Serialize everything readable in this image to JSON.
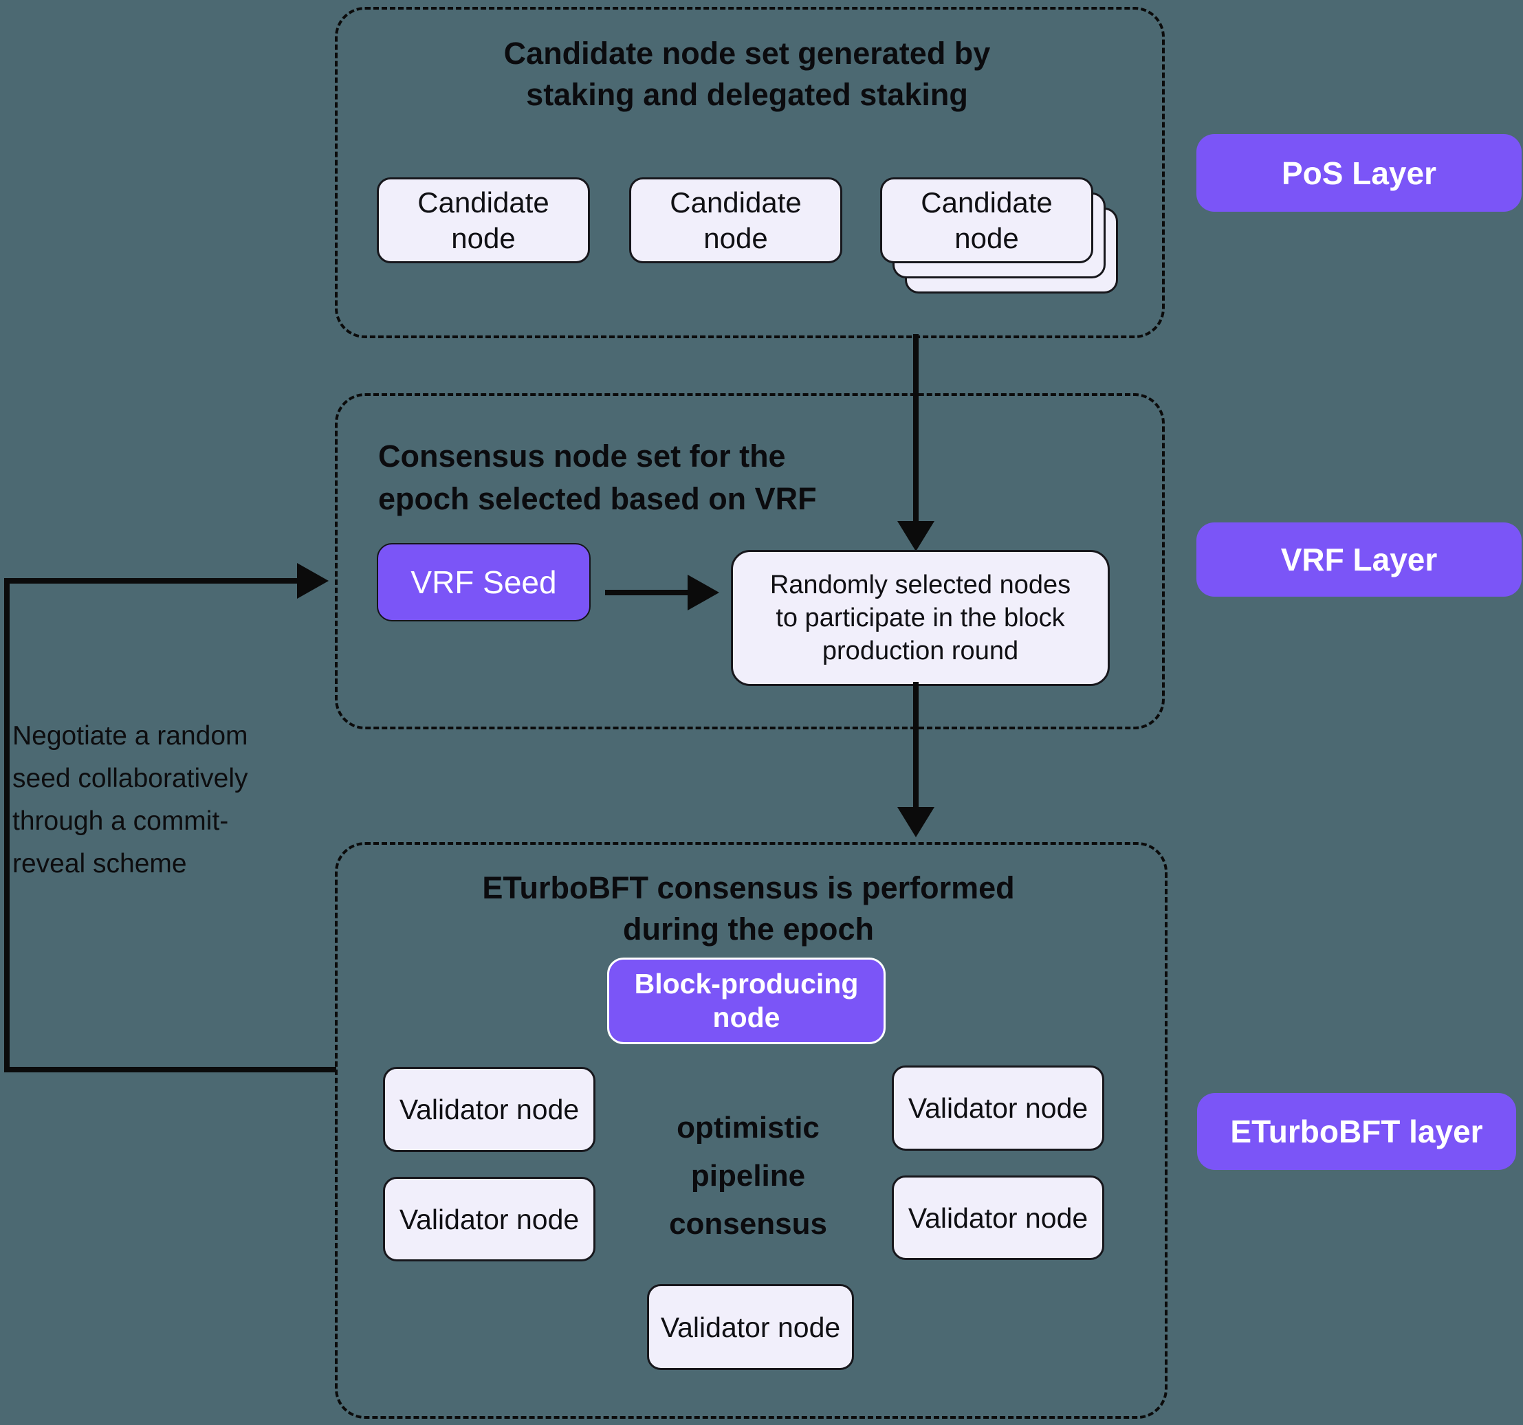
{
  "colors": {
    "background": "#4C6972",
    "purple": "#7B55F7",
    "node_fill": "#F1EFFB",
    "line": "#0B0B0B"
  },
  "pos_section": {
    "title_lines": [
      "Candidate node set generated by",
      "staking and delegated staking"
    ],
    "candidate_nodes": [
      {
        "line1": "Candidate",
        "line2": "node"
      },
      {
        "line1": "Candidate",
        "line2": "node"
      },
      {
        "line1": "Candidate",
        "line2": "node"
      }
    ]
  },
  "vrf_section": {
    "title_lines": [
      "Consensus node set for the",
      "epoch selected based on VRF"
    ],
    "seed_label": "VRF Seed",
    "selected_lines": [
      "Randomly selected nodes",
      "to participate in the block",
      "production round"
    ]
  },
  "bft_section": {
    "title_lines": [
      "ETurboBFT consensus is performed",
      "during the epoch"
    ],
    "block_producer_lines": [
      "Block-producing",
      "node"
    ],
    "caption_lines": [
      "optimistic",
      "pipeline",
      "consensus"
    ],
    "validator_labels": [
      "Validator node",
      "Validator node",
      "Validator node",
      "Validator node",
      "Validator node"
    ]
  },
  "layer_labels": {
    "pos": "PoS Layer",
    "vrf": "VRF Layer",
    "bft": "ETurboBFT layer"
  },
  "annotation_lines": [
    "Negotiate a random",
    "seed collaboratively",
    "through a commit-",
    "reveal scheme"
  ]
}
